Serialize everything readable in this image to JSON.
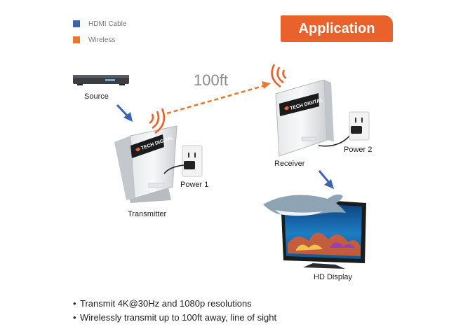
{
  "legend": {
    "items": [
      {
        "label": "HDMI Cable",
        "color": "#3d64b0"
      },
      {
        "label": "Wireless",
        "color": "#e9782e"
      }
    ]
  },
  "title": "Application",
  "distance_label": "100ft",
  "brand_text": "TECH DIGITAL",
  "labels": {
    "source": "Source",
    "transmitter": "Transmitter",
    "power1": "Power 1",
    "receiver": "Receiver",
    "power2": "Power 2",
    "display": "HD Display"
  },
  "bullets": [
    "Transmit 4K@30Hz and 1080p resolutions",
    "Wirelessly transmit up to 100ft away, line of sight"
  ],
  "colors": {
    "accent": "#e9622b",
    "hdmi": "#3d64b0",
    "wireless": "#e9782e"
  }
}
